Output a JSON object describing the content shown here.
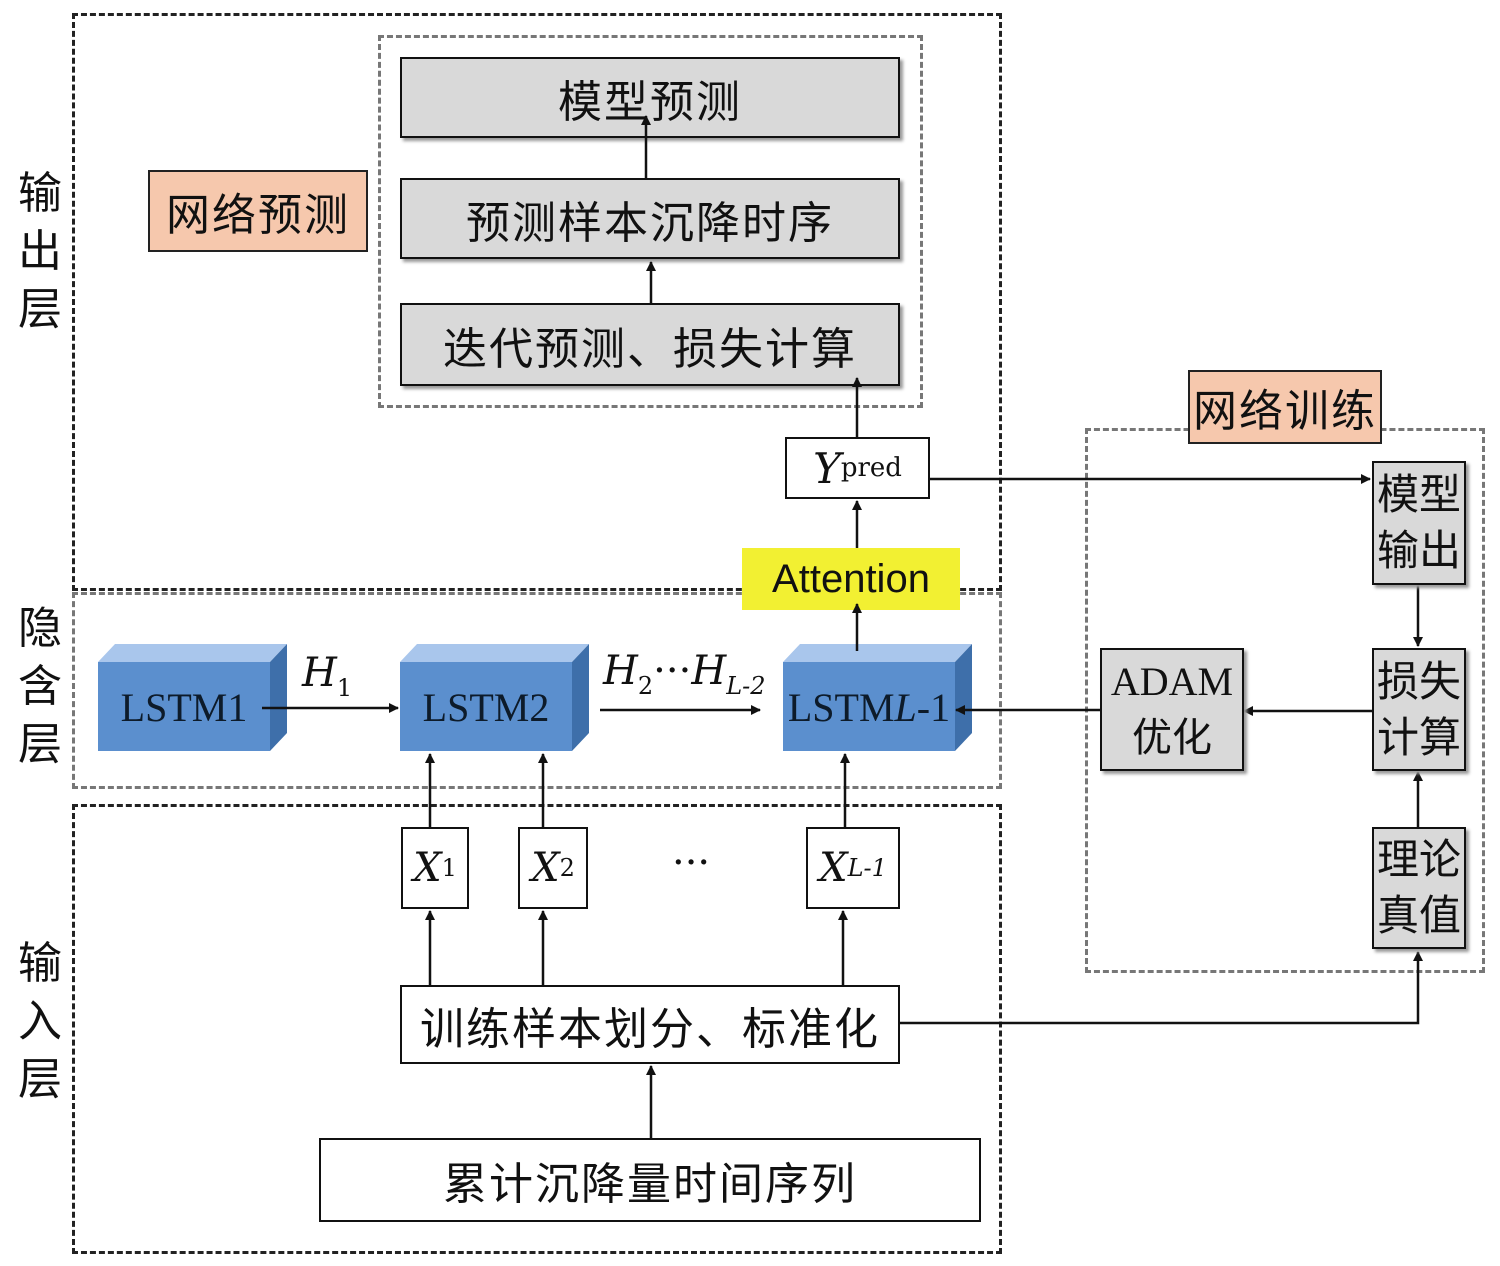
{
  "layers": {
    "output": "输出层",
    "hidden": "隐含层",
    "input": "输入层"
  },
  "prediction": {
    "tag": "网络预测",
    "model_predict": "模型预测",
    "predict_sequence": "预测样本沉降时序",
    "iterate_loss": "迭代预测、损失计算"
  },
  "ypred": {
    "main": "Y",
    "sub": "pred"
  },
  "attention": "Attention",
  "lstm": {
    "lstm1": "LSTM1",
    "lstm2": "LSTM2",
    "lstmL_prefix": "LSTM",
    "lstmL_italic": "L",
    "lstmL_suffix": "-1"
  },
  "hidden_states": {
    "h1_main": "H",
    "h1_sub": "1",
    "h2_main": "H",
    "h2_sub": "2",
    "dots": "···",
    "hl_main": "H",
    "hl_sub": "L-2"
  },
  "inputs": {
    "x1_main": "X",
    "x1_sub": "1",
    "x2_main": "X",
    "x2_sub": "2",
    "dots": "···",
    "xl_main": "X",
    "xl_sub": "L-1"
  },
  "input_steps": {
    "split_normalize": "训练样本划分、标准化",
    "cumulative_series": "累计沉降量时间序列"
  },
  "training": {
    "tag": "网络训练",
    "model_output_1": "模型",
    "model_output_2": "输出",
    "loss_1": "损失",
    "loss_2": "计算",
    "adam_1": "ADAM",
    "adam_2": "优化",
    "truth_1": "理论",
    "truth_2": "真值"
  },
  "colors": {
    "lstm_fill": "#5b8fce",
    "lstm_top": "#a9c6ec",
    "lstm_side": "#3e6faa",
    "attention_fill": "#f2f032",
    "tag_fill": "#f6c8ad",
    "gray_fill": "#d9d9d9"
  }
}
